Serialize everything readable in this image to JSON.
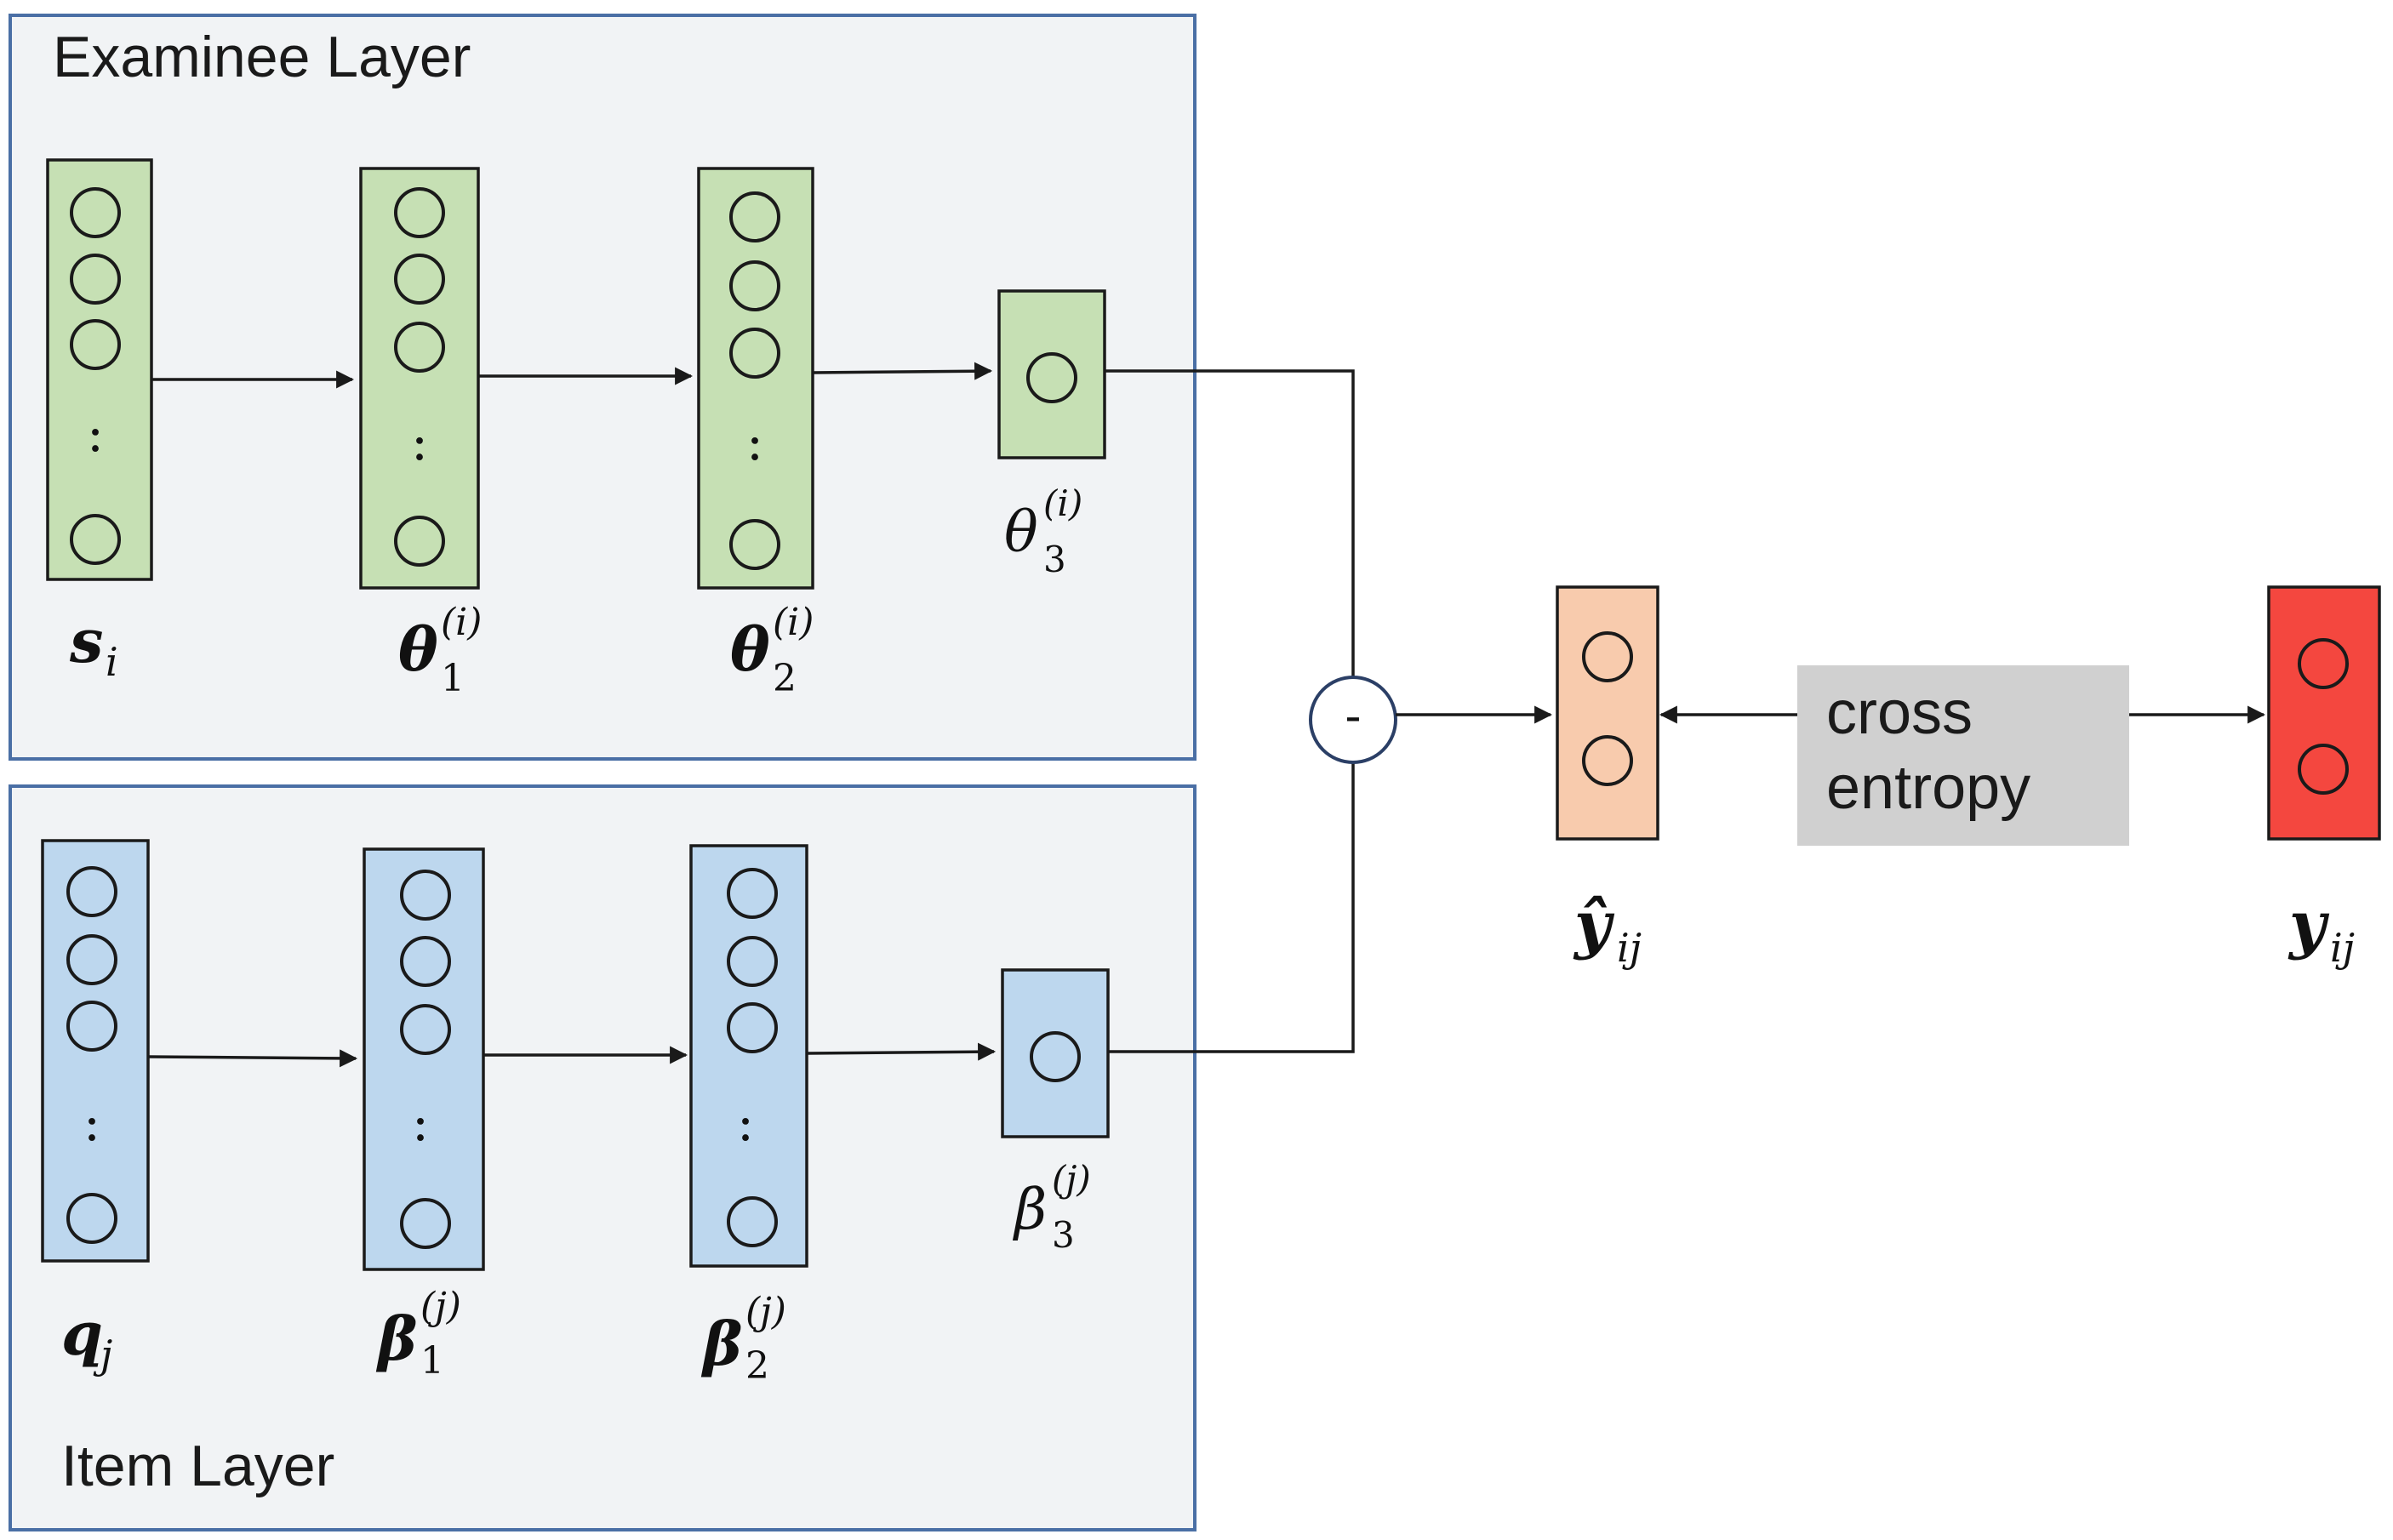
{
  "panels": {
    "examinee_title": "Examinee Layer",
    "item_title": "Item Layer"
  },
  "colors": {
    "panel_fill": "#f1f3f5",
    "panel_stroke": "#4a6fa5",
    "examinee_fill": "#c6e0b4",
    "item_fill": "#bdd7ee",
    "prediction_fill": "#f8cbad",
    "target_fill": "#f4473f",
    "loss_box_fill": "#d0d0d0"
  },
  "labels": {
    "s": {
      "base": "s",
      "sub": "i"
    },
    "theta1": {
      "base": "θ",
      "sub": "1",
      "sup": "(i)"
    },
    "theta2": {
      "base": "θ",
      "sub": "2",
      "sup": "(i)"
    },
    "theta3": {
      "base": "θ",
      "sub": "3",
      "sup": "(i)"
    },
    "q": {
      "base": "q",
      "sub": "j"
    },
    "beta1": {
      "base": "β",
      "sub": "1",
      "sup": "(j)"
    },
    "beta2": {
      "base": "β",
      "sub": "2",
      "sup": "(j)"
    },
    "beta3": {
      "base": "β",
      "sub": "3",
      "sup": "(j)"
    },
    "yhat": {
      "base": "ŷ",
      "sub": "ij"
    },
    "y": {
      "base": "y",
      "sub": "ij"
    }
  },
  "operator": {
    "symbol": "-"
  },
  "loss": {
    "line1": "cross",
    "line2": "entropy"
  },
  "ellipsis": ":"
}
